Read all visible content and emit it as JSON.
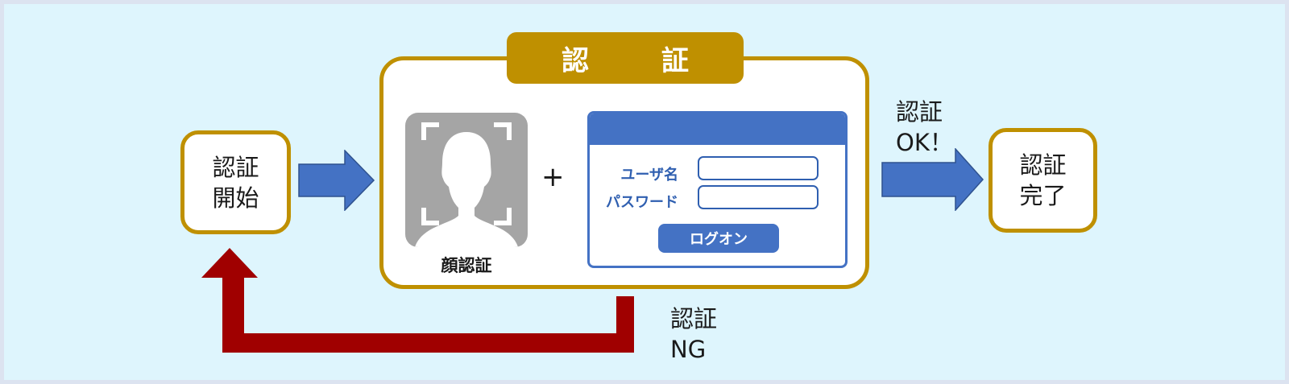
{
  "diagram": {
    "title": "認　証",
    "colors": {
      "background": "#def5fd",
      "frame": "#dce3f0",
      "gold": "#bf9000",
      "blue": "#4472c4",
      "red": "#a00000",
      "gray": "#a5a5a5"
    },
    "nodes": {
      "start": {
        "line1": "認証",
        "line2": "開始"
      },
      "end": {
        "line1": "認証",
        "line2": "完了"
      }
    },
    "face_auth": {
      "icon": "face-recognition-icon",
      "label": "顔認証"
    },
    "plus_sign": "+",
    "login_form": {
      "username_label": "ユーザ名",
      "username_value": "",
      "password_label": "パスワード",
      "password_value": "",
      "logon_button": "ログオン"
    },
    "edges": {
      "ok": {
        "line1": "認証",
        "line2": "OK！"
      },
      "ng": {
        "line1": "認証",
        "line2": "NG"
      }
    }
  }
}
